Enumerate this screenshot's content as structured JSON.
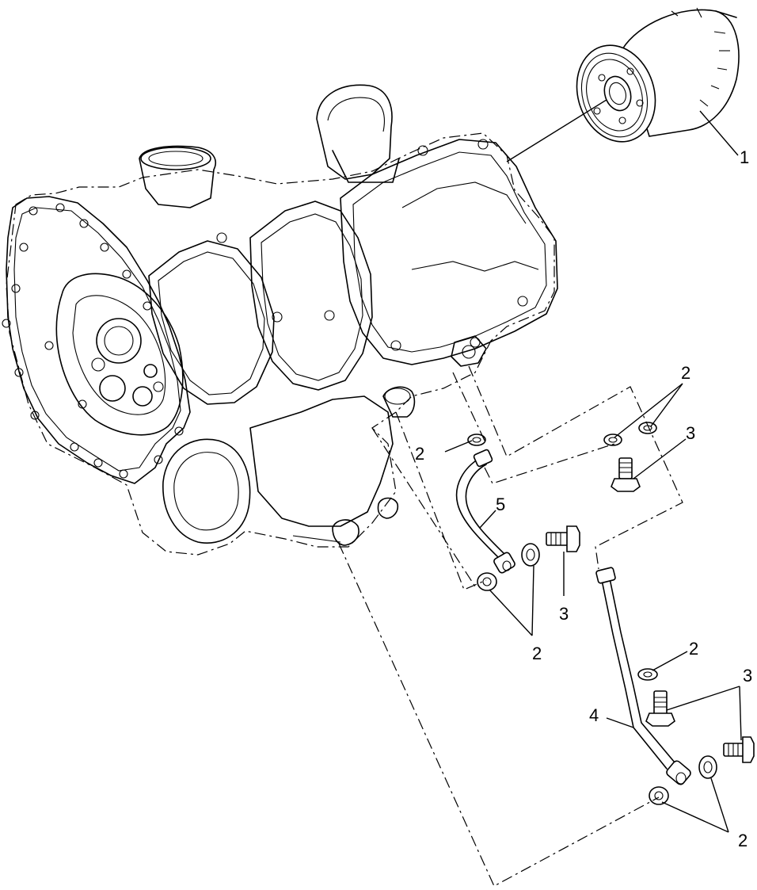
{
  "callouts": {
    "oil_filter": "1",
    "washer_a": "2",
    "washer_b": "2",
    "washer_c": "2",
    "washer_d": "2",
    "washer_e": "2",
    "bolt_a": "3",
    "bolt_b": "3",
    "bolt_c": "3",
    "oil_line_lower": "4",
    "oil_line_upper": "5"
  }
}
